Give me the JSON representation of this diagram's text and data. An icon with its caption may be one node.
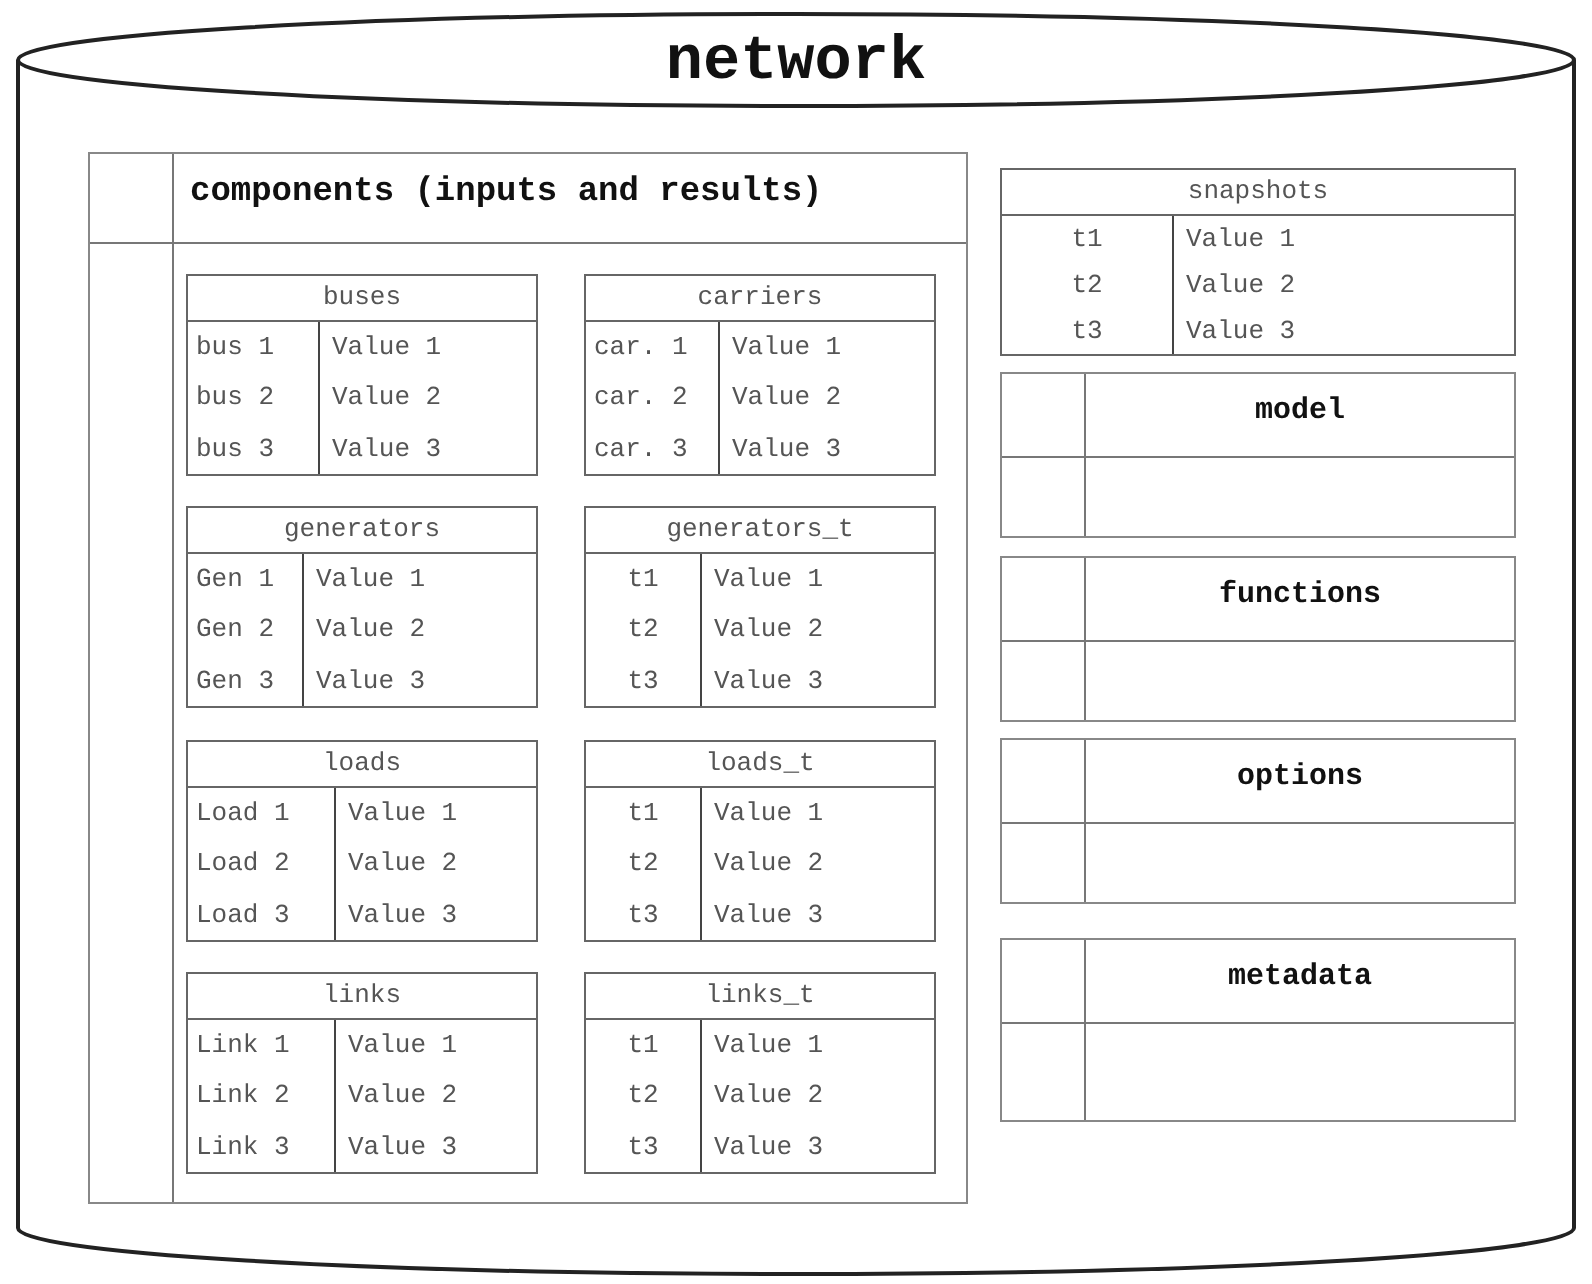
{
  "diagram": {
    "nodes": [
      {
        "text": [
          "network"
        ]
      },
      {
        "text": [
          "components (inputs and results)"
        ],
        "in": 0
      },
      {
        "text": [
          "buses",
          "bus 1",
          "Value 1",
          "bus 2",
          "Value 2",
          "bus 3",
          "Value 3"
        ],
        "in": 1
      },
      {
        "text": [
          "carriers",
          "car. 1",
          "Value 1",
          "car. 2",
          "Value 2",
          "car. 3",
          "Value 3"
        ],
        "in": 1
      },
      {
        "text": [
          "generators",
          "Gen 1",
          "Value 1",
          "Gen 2",
          "Value 2",
          "Gen 3",
          "Value 3"
        ],
        "in": 1
      },
      {
        "text": [
          "generators_t",
          "t1",
          "Value 1",
          "t2",
          "Value 2",
          "t3",
          "Value 3"
        ],
        "in": 1
      },
      {
        "text": [
          "loads",
          "Load 1",
          "Value 1",
          "Load 2",
          "Value 2",
          "Load 3",
          "Value 3"
        ],
        "in": 1
      },
      {
        "text": [
          "loads_t",
          "t1",
          "Value 1",
          "t2",
          "Value 2",
          "t3",
          "Value 3"
        ],
        "in": 1
      },
      {
        "text": [
          "links",
          "Link 1",
          "Value 1",
          "Link 2",
          "Value 2",
          "Link 3",
          "Value 3"
        ],
        "in": 1
      },
      {
        "text": [
          "links_t",
          "t1",
          "Value 1",
          "t2",
          "Value 2",
          "t3",
          "Value 3"
        ],
        "in": 1
      },
      {
        "text": [
          "snapshots",
          "t1",
          "Value 1",
          "t2",
          "Value 2",
          "t3",
          "Value 3"
        ],
        "in": 0
      },
      {
        "text": [
          "model"
        ],
        "in": 0
      },
      {
        "text": [
          "functions"
        ],
        "in": 0
      },
      {
        "text": [
          "options"
        ],
        "in": 0
      },
      {
        "text": [
          "metadata"
        ],
        "in": 0
      }
    ]
  }
}
